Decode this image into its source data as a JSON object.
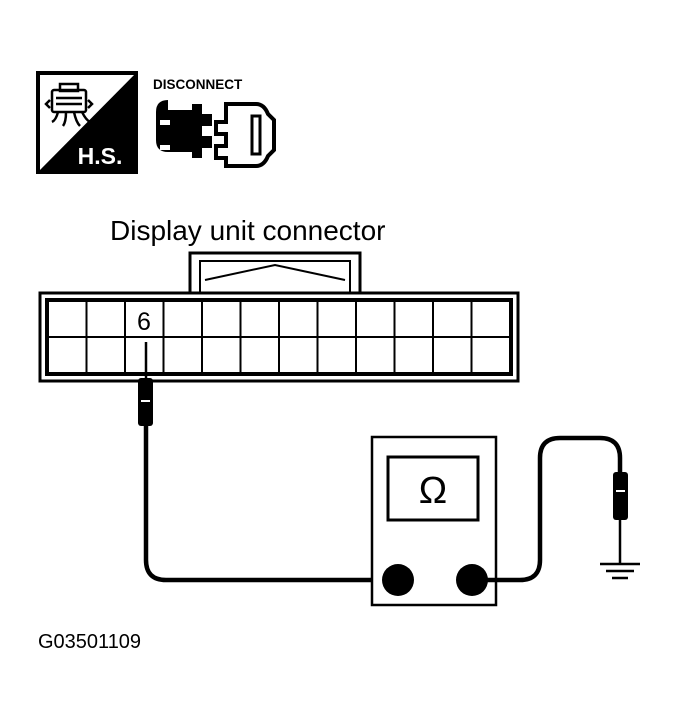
{
  "hs_icon": {
    "label": "H.S."
  },
  "disconnect_icon": {
    "label": "DISCONNECT"
  },
  "connector": {
    "title": "Display unit connector",
    "terminal_label": "6"
  },
  "meter": {
    "symbol": "Ω"
  },
  "figure_code": "G03501109",
  "icons": [
    "harness-connector-icon",
    "disconnect-icon",
    "ground-icon",
    "ohm-meter-icon"
  ]
}
